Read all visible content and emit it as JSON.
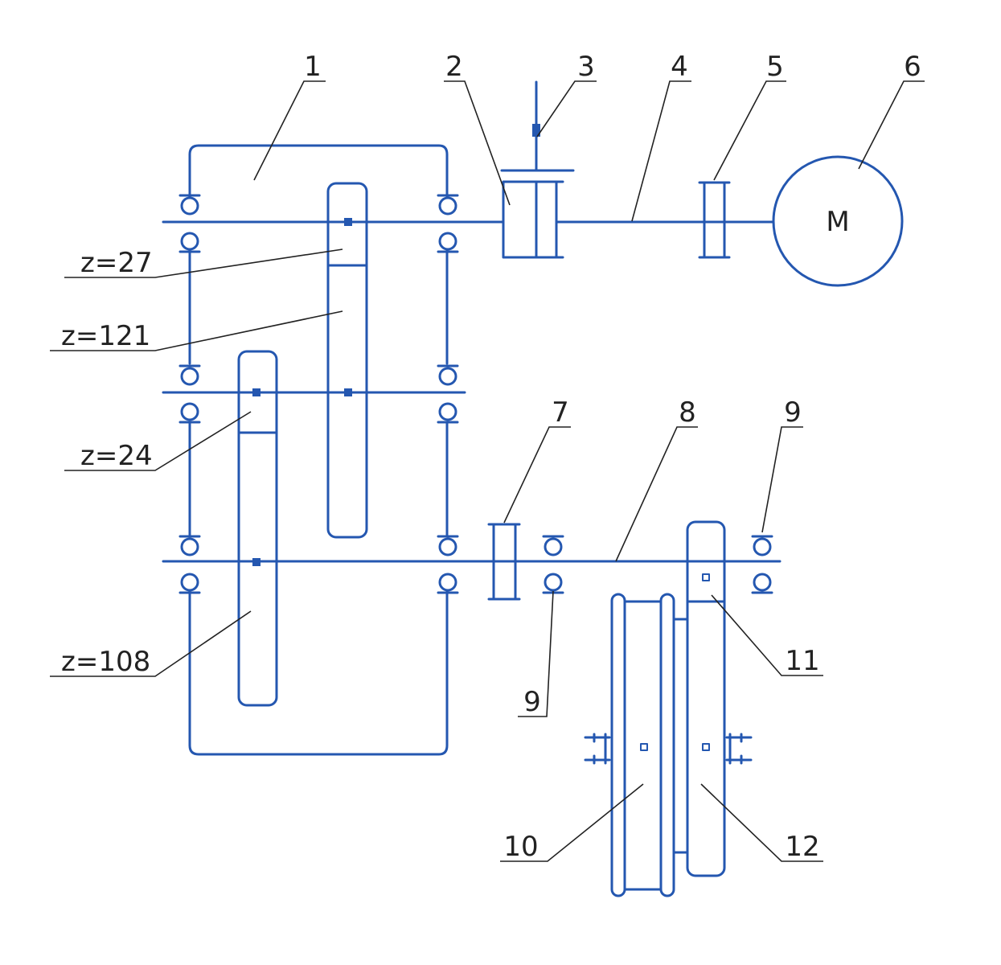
{
  "labels": {
    "p1": "1",
    "p2": "2",
    "p3": "3",
    "p4": "4",
    "p5": "5",
    "p6": "6",
    "p7": "7",
    "p8": "8",
    "p9a": "9",
    "p9b": "9",
    "p10": "10",
    "p11": "11",
    "p12": "12",
    "motor": "M"
  },
  "gears": {
    "z27": "z=27",
    "z121": "z=121",
    "z24": "z=24",
    "z108": "z=108"
  },
  "colors": {
    "line": "#2457b0",
    "leader": "#222222"
  }
}
